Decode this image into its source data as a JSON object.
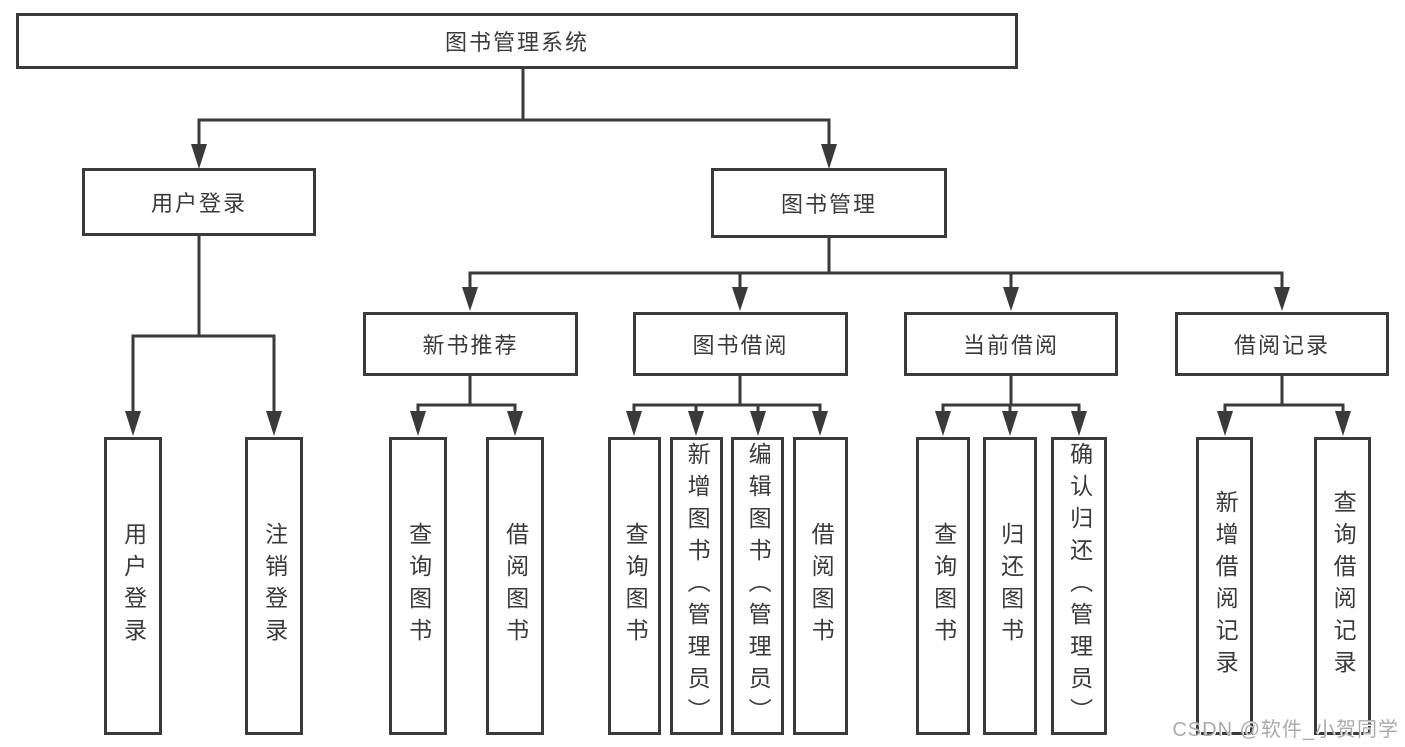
{
  "diagram": {
    "type": "hierarchy-tree",
    "nodes": {
      "root": "图书管理系统",
      "user_login": "用户登录",
      "book_mgmt": "图书管理",
      "new_book_rec": "新书推荐",
      "book_borrow": "图书借阅",
      "current_borrow": "当前借阅",
      "borrow_record": "借阅记录",
      "leaves": {
        "user_login": [
          "用户登录",
          "注销登录"
        ],
        "new_book_rec": [
          "查询图书",
          "借阅图书"
        ],
        "book_borrow": [
          "查询图书",
          "新增图书（管理员）",
          "编辑图书（管理员）",
          "借阅图书"
        ],
        "current_borrow": [
          "查询图书",
          "归还图书",
          "确认归还（管理员）"
        ],
        "borrow_record": [
          "新增借阅记录",
          "查询借阅记录"
        ]
      }
    },
    "colors": {
      "line": "#3a3a3a",
      "text": "#3a3a3a",
      "box_background": "#ffffff",
      "page_background": "#ffffff",
      "watermark": "#ababab"
    }
  },
  "watermark": "CSDN @软件_小贺同学"
}
